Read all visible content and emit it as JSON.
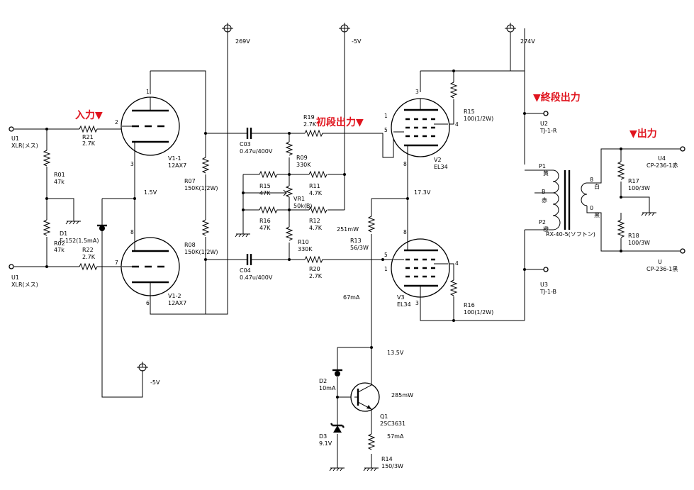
{
  "accent_color": "#e0141e",
  "annotations": {
    "input": "入力▼",
    "first_stage_output": "初段出力▼",
    "final_stage_output": "▼終段出力",
    "output": "▼出力"
  },
  "rails": {
    "v269": "269V",
    "n5v_top": "-5V",
    "v274": "274V",
    "n5v_bottom": "-5V"
  },
  "nodes": {
    "v1_5": "1.5V",
    "v17_3": "17.3V",
    "v13_5": "13.5V",
    "p251mw": "251mW",
    "i67ma": "67mA",
    "p285mw": "285mW",
    "i57ma": "57mA"
  },
  "connectors": {
    "u1a_ref": "U1",
    "u1a_type": "XLR(メス)",
    "u1b_ref": "U1",
    "u1b_type": "XLR(メス)",
    "u2_ref": "U2",
    "u2_type": "TJ-1-R",
    "u3_ref": "U3",
    "u3_type": "TJ-1-B",
    "u4_ref": "U4",
    "u4_type": "CP-236-1赤",
    "u_ref": "U",
    "u_type": "CP-236-1黒"
  },
  "components": {
    "r21_ref": "R21",
    "r21_val": "2.7K",
    "r22_ref": "R22",
    "r22_val": "2.7K",
    "r01_ref": "R01",
    "r01_val": "47k",
    "r02_ref": "R02",
    "r02_val": "47k",
    "d1_ref": "D1",
    "d1_val": "E-152(1.5mA)",
    "v1_1_ref": "V1-1",
    "v1_1_type": "12AX7",
    "v1_2_ref": "V1-2",
    "v1_2_type": "12AX7",
    "r07_ref": "R07",
    "r07_val": "150K(1/2W)",
    "r08_ref": "R08",
    "r08_val": "150K(1/2W)",
    "c03_ref": "C03",
    "c03_val": "0.47u/400V",
    "c04_ref": "C04",
    "c04_val": "0.47u/400V",
    "r19_ref": "R19",
    "r19_val": "2.7K",
    "r20_ref": "R20",
    "r20_val": "2.7K",
    "r09_ref": "R09",
    "r09_val": "330K",
    "r10_ref": "R10",
    "r10_val": "330K",
    "r15l_ref": "R15",
    "r15l_val": "47K",
    "r16l_ref": "R16",
    "r16l_val": "47K",
    "vr1_ref": "VR1",
    "vr1_val": "50k(B)",
    "r11_ref": "R11",
    "r11_val": "4.7K",
    "r12_ref": "R12",
    "r12_val": "4.7K",
    "r13_ref": "R13",
    "r13_val": "56/3W",
    "v2_ref": "V2",
    "v2_type": "EL34",
    "v3_ref": "V3",
    "v3_type": "EL34",
    "r15_ref": "R15",
    "r15_val": "100(1/2W)",
    "r16_ref": "R16",
    "r16_val": "100(1/2W)",
    "t_ref": "RX-40-5(ソフトン)",
    "p1": "P1",
    "p2": "P2",
    "b": "B",
    "p1_color": "黄",
    "b_color": "赤",
    "p2_color": "橙",
    "s8": "8",
    "s0": "0",
    "s8_color": "白",
    "s0_color": "黒",
    "r17_ref": "R17",
    "r17_val": "100/3W",
    "r18_ref": "R18",
    "r18_val": "100/3W",
    "d2_ref": "D2",
    "d2_val": "10mA",
    "d3_ref": "D3",
    "d3_val": "9.1V",
    "q1_ref": "Q1",
    "q1_type": "2SC3631",
    "r14_ref": "R14",
    "r14_val": "150/3W"
  },
  "pins": {
    "v1_1_plate": "1",
    "v1_1_grid": "2",
    "v1_1_cathode": "3",
    "v1_2_plate": "6",
    "v1_2_grid": "7",
    "v1_2_cathode": "8",
    "v2_plate": "3",
    "v2_g2": "4",
    "v2_g1": "5",
    "v2_g3": "1",
    "v2_k": "8",
    "v3_k": "8",
    "v3_g1": "5",
    "v3_g3": "1",
    "v3_g2": "4",
    "v3_plate": "3"
  }
}
